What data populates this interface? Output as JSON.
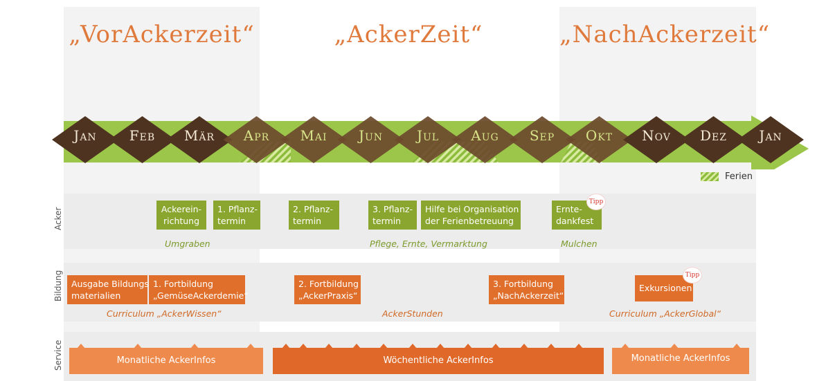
{
  "phases": [
    {
      "title": "„VorAckerzeit“"
    },
    {
      "title": "„AckerZeit“"
    },
    {
      "title": "„NachAckerzeit“"
    }
  ],
  "months": [
    "Jan",
    "Feb",
    "Mär",
    "Apr",
    "Mai",
    "Jun",
    "Jul",
    "Aug",
    "Sep",
    "Okt",
    "Nov",
    "Dez",
    "Jan"
  ],
  "legend": {
    "label": "Ferien"
  },
  "rows": {
    "acker": "Acker",
    "bildung": "Bildung",
    "service": "Service"
  },
  "acker": {
    "boxes": [
      "Ackerein-\nrichtung",
      "1. Pflanz-\ntermin",
      "2. Pflanz-\ntermin",
      "3. Pflanz-\ntermin",
      "Hilfe bei Organisation\nder Ferienbetreuung",
      "Ernte-\ndankfest"
    ],
    "subs": [
      "Umgraben",
      "Pflege, Ernte, Vermarktung",
      "Mulchen"
    ],
    "tipp": "Tipp"
  },
  "bildung": {
    "boxes": [
      "Ausgabe Bildungs-\nmaterialien",
      "1. Fortbildung\n„GemüseAckerdemie“",
      "2. Fortbildung\n„AckerPraxis“",
      "3. Fortbildung\n„NachAckerzeit“",
      "Exkursionen"
    ],
    "subs": [
      "Curriculum „AckerWissen“",
      "AckerStunden",
      "Curriculum „AckerGlobal“"
    ],
    "tipp": "Tipp"
  },
  "service": {
    "bars": [
      "Monatliche AckerInfos",
      "Wöchentliche AckerInfos",
      "Monatliche AckerInfos"
    ]
  },
  "colors": {
    "brown": "#5a3a22",
    "green": "#8ba62f",
    "orange": "#e06f2c",
    "light_green": "#9cc64a"
  }
}
